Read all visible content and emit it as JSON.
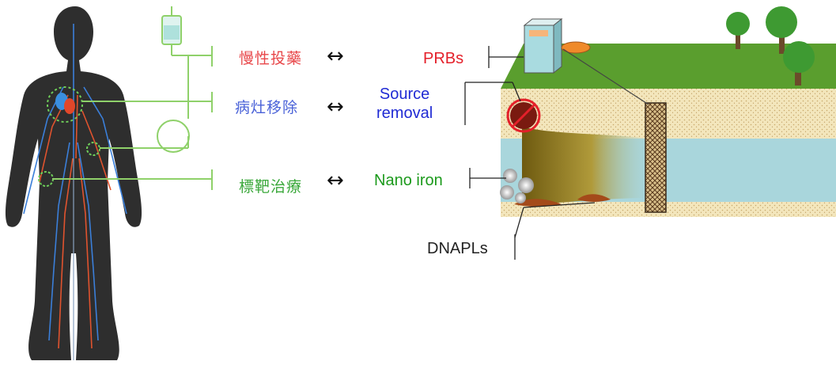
{
  "human_side": {
    "labels": [
      {
        "text": "慢性投藥",
        "color": "#e8474a"
      },
      {
        "text": "病灶移除",
        "color": "#4a62d8"
      },
      {
        "text": "標靶治療",
        "color": "#3aa83a"
      }
    ],
    "connector_color": "#8fd16a"
  },
  "arrows": [
    "↔",
    "↔",
    "↔"
  ],
  "remediation_side": {
    "labels": [
      {
        "text": "PRBs",
        "color": "#e4202a"
      },
      {
        "text": "Source\nremoval",
        "color": "#1f2ad4"
      },
      {
        "text": "Nano iron",
        "color": "#1c9a1c"
      },
      {
        "text": "DNAPLs",
        "color": "#222222"
      }
    ]
  },
  "colors": {
    "body": "#2f2f2f",
    "vein_blue": "#3b7fd9",
    "artery_red": "#e0532e",
    "grass": "#5a9e2e",
    "sand": "#f0e2b4",
    "aquifer": "#a9d6dc",
    "plume": "#8a7a1e"
  }
}
